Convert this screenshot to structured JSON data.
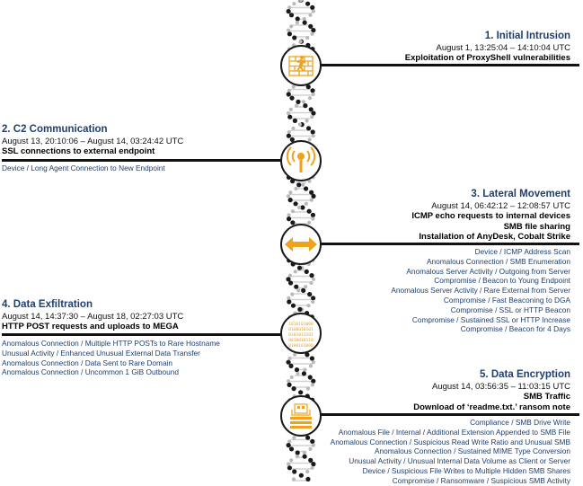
{
  "stages": [
    {
      "number_title": "1. Initial Intrusion",
      "date": "August 1, 13:25:04 – 14:10:04 UTC",
      "desc": [
        "Exploitation of ProxyShell vulnerabilities"
      ],
      "icon": "brick-wall-intrusion-icon",
      "items": []
    },
    {
      "number_title": "2. C2 Communication",
      "date": "August 13, 20:10:06 – August 14, 03:24:42 UTC",
      "desc": [
        "SSL connections to external endpoint"
      ],
      "icon": "broadcast-antenna-icon",
      "items": [
        "Device /  Long Agent Connection to New Endpoint"
      ]
    },
    {
      "number_title": "3. Lateral Movement",
      "date": "August 14, 06:42:12 – 12:08:57 UTC",
      "desc": [
        "ICMP echo requests to internal devices",
        "SMB file sharing",
        "Installation of AnyDesk, Cobalt Strike"
      ],
      "icon": "double-arrow-icon",
      "items": [
        "Device / ICMP Address Scan",
        "Anomalous Connection / SMB Enumeration",
        "Anomalous Server Activity / Outgoing from Server",
        "Compromise / Beacon to Young Endpoint",
        "Anomalous Server Activity / Rare External from Server",
        "Compromise / Fast Beaconing to DGA",
        "Compromise / SSL or HTTP Beacon",
        "Compromise / Sustained SSL or HTTP Increase",
        "Compromise / Beacon for 4 Days"
      ]
    },
    {
      "number_title": "4. Data Exfiltration",
      "date": "August 14, 14:37:30 – August 18, 02:27:03 UTC",
      "desc": [
        "HTTP POST requests and uploads to MEGA"
      ],
      "icon": "binary-data-icon",
      "binary_text": [
        "1010101000",
        "0100010101",
        "0101011101",
        "0010010110",
        "0100101000"
      ],
      "items": [
        "Anomalous Connection / Multiple HTTP POSTs to Rare Hostname",
        "Unusual Activity / Enhanced Unusual External Data Transfer",
        "Anomalous Connection / Data Sent to Rare Domain",
        "Anomalous Connection / Uncommon 1 GiB Outbound"
      ]
    },
    {
      "number_title": "5. Data Encryption",
      "date": "August 14, 03:56:35 – 11:03:15 UTC",
      "desc": [
        "SMB Traffic",
        "Download of ‘readme.txt.’ ransom note"
      ],
      "icon": "encrypted-files-icon",
      "items": [
        "Compliance / SMB Drive Write",
        "Anomalous File / Internal / Additional Extension Appended to SMB File",
        "Anomalous Connection / Suspicious Read Write Ratio and Unusual SMB",
        "Anomalous Connection / Sustained MIME Type Conversion",
        "Unusual Activity / Unusual Internal Data Volume as Client or Server",
        "Device / Suspicious File Writes to Multiple Hidden SMB Shares",
        "Compromise / Ransomware / Suspicious SMB Activity"
      ]
    }
  ],
  "colors": {
    "accent": "#f0a21a",
    "title_blue": "#1f3f6e",
    "dna_dark": "#1a1a1a",
    "dna_gray": "#b9b9b9"
  }
}
